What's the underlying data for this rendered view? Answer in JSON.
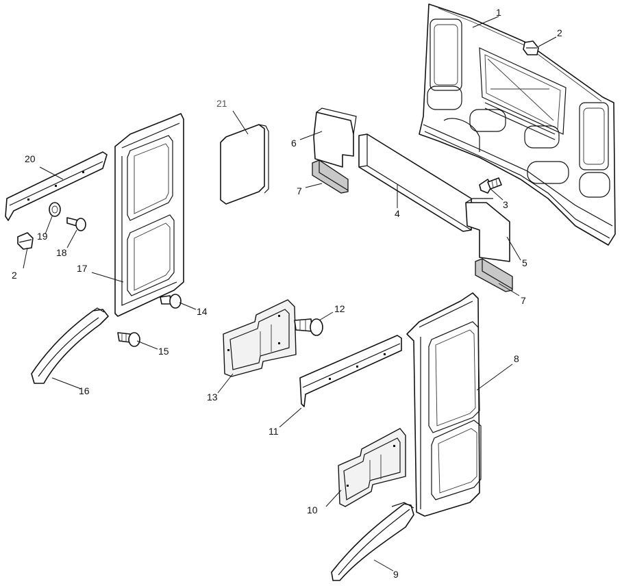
{
  "labels": [
    {
      "key": "p1",
      "text": "1"
    },
    {
      "key": "p2a",
      "text": "2"
    },
    {
      "key": "p2b",
      "text": "2"
    },
    {
      "key": "p3",
      "text": "3"
    },
    {
      "key": "p4",
      "text": "4"
    },
    {
      "key": "p5",
      "text": "5"
    },
    {
      "key": "p6",
      "text": "6"
    },
    {
      "key": "p7a",
      "text": "7"
    },
    {
      "key": "p7b",
      "text": "7"
    },
    {
      "key": "p8",
      "text": "8"
    },
    {
      "key": "p9",
      "text": "9"
    },
    {
      "key": "p10",
      "text": "10"
    },
    {
      "key": "p11",
      "text": "11"
    },
    {
      "key": "p12",
      "text": "12"
    },
    {
      "key": "p13",
      "text": "13"
    },
    {
      "key": "p14",
      "text": "14"
    },
    {
      "key": "p15",
      "text": "15"
    },
    {
      "key": "p16",
      "text": "16"
    },
    {
      "key": "p17",
      "text": "17"
    },
    {
      "key": "p18",
      "text": "18"
    },
    {
      "key": "p19",
      "text": "19"
    },
    {
      "key": "p20",
      "text": "20"
    },
    {
      "key": "p21",
      "text": "21"
    }
  ],
  "colors": {
    "line": "#111111",
    "background": "#ffffff",
    "label_21": "#555555"
  }
}
